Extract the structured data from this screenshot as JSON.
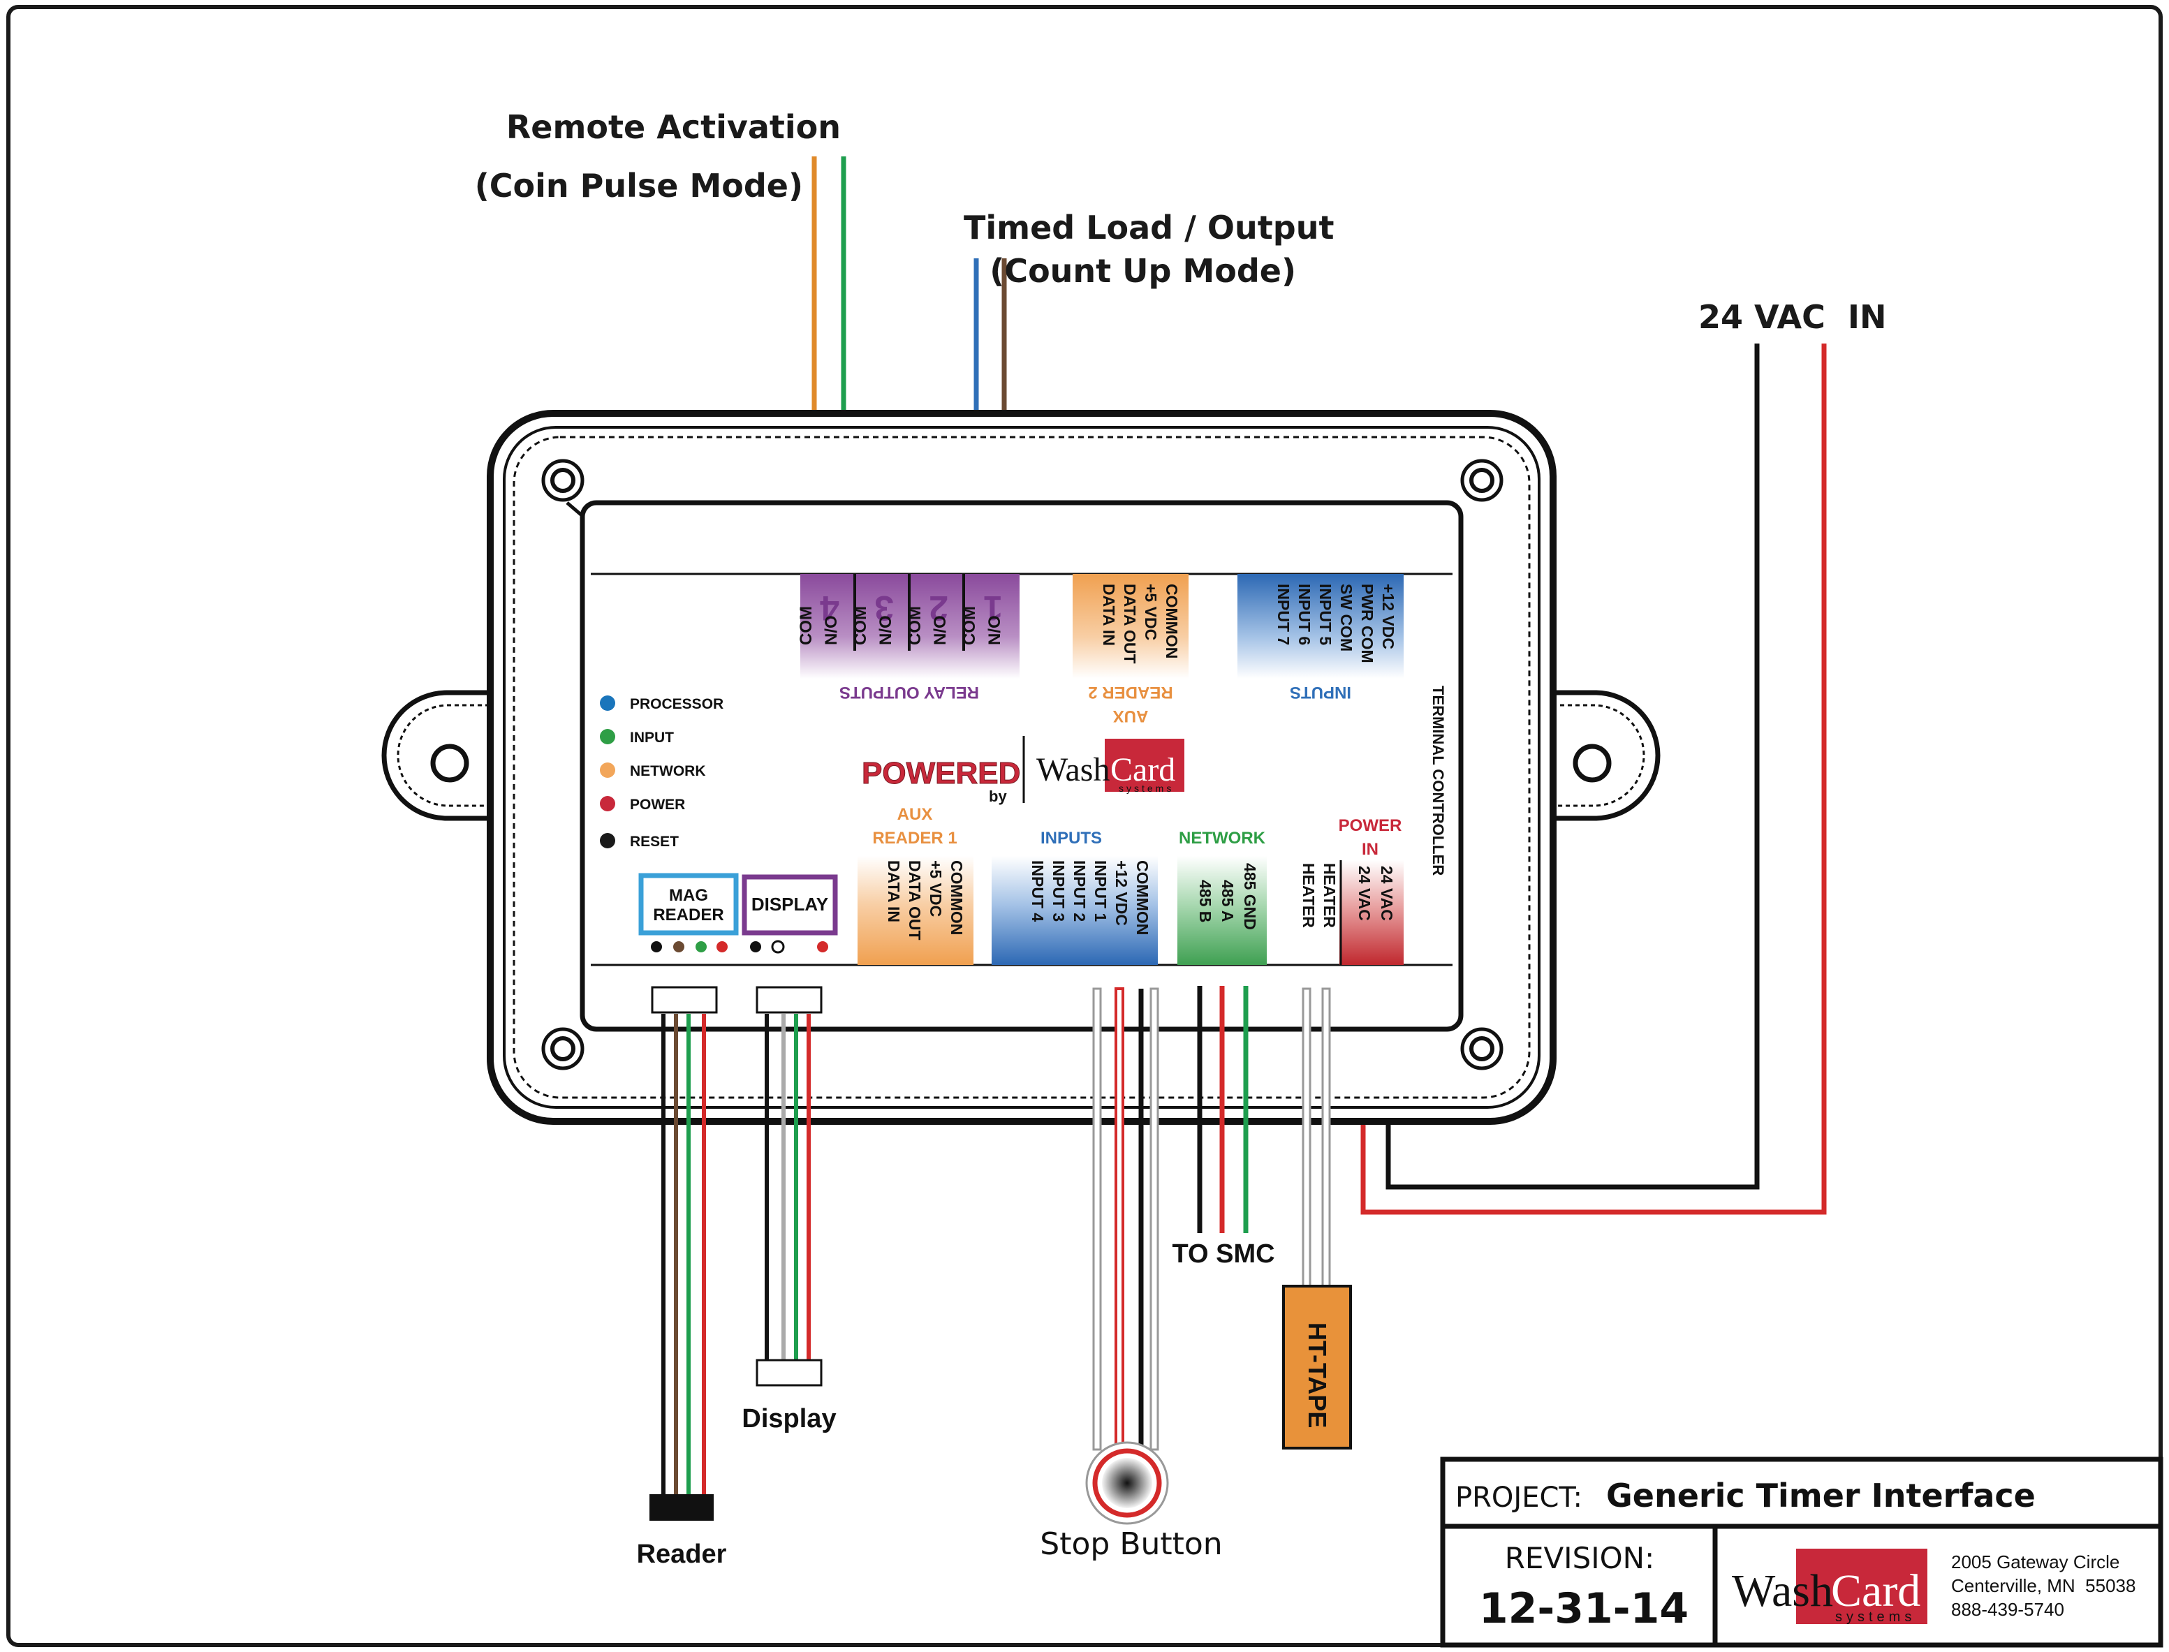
{
  "labels": {
    "remote_activation": "Remote Activation",
    "coin_pulse_mode": "(Coin Pulse Mode)",
    "timed_load": "Timed Load / Output",
    "count_up_mode": "(Count Up Mode)",
    "vac_in": "24 VAC  IN",
    "to_smc": "TO SMC",
    "ht_tape": "HT-TAPE",
    "display": "Display",
    "reader": "Reader",
    "stop_button": "Stop Button",
    "terminal_controller": "TERMINAL CONTROLLER"
  },
  "relay_outputs": {
    "title": "RELAY OUTPUTS",
    "relays": [
      {
        "number": "4",
        "com": "COM",
        "no": "N/O"
      },
      {
        "number": "3",
        "com": "COM",
        "no": "N/O"
      },
      {
        "number": "2",
        "com": "COM",
        "no": "N/O"
      },
      {
        "number": "1",
        "com": "COM",
        "no": "N/O"
      }
    ]
  },
  "aux_reader_2": {
    "title1": "AUX",
    "title2": "READER 2",
    "pins": [
      "COMMON",
      "+5 VDC",
      "DATA OUT",
      "DATA IN"
    ]
  },
  "inputs_top": {
    "title": "INPUTS",
    "pins": [
      "+12 VDC",
      "PWR COM",
      "SW COM",
      "INPUT 5",
      "INPUT 6",
      "INPUT 7"
    ]
  },
  "leds": [
    {
      "label": "PROCESSOR",
      "color": "#1a75bb"
    },
    {
      "label": "INPUT",
      "color": "#2e9e45"
    },
    {
      "label": "NETWORK",
      "color": "#f2a65a"
    },
    {
      "label": "POWER",
      "color": "#c8283a"
    },
    {
      "label": "RESET",
      "color": "#1a1a1a"
    }
  ],
  "powered_by": {
    "powered": "POWERED",
    "by": "by"
  },
  "washcard": {
    "wash": "Wash",
    "card": "Card",
    "systems": "systems"
  },
  "aux_reader_1": {
    "title1": "AUX",
    "title2": "READER 1",
    "pins": [
      "COMMON",
      "+5 VDC",
      "DATA OUT",
      "DATA IN"
    ]
  },
  "inputs_bottom": {
    "title": "INPUTS",
    "pins": [
      "COMMON",
      "+12 VDC",
      "INPUT 1",
      "INPUT 2",
      "INPUT 3",
      "INPUT 4"
    ]
  },
  "network": {
    "title": "NETWORK",
    "pins": [
      "485 GND",
      "485 A",
      "485 B"
    ]
  },
  "heater": {
    "pins": [
      "HEATER",
      "HEATER"
    ]
  },
  "power_in": {
    "title1": "POWER",
    "title2": "IN",
    "pins": [
      "24 VAC",
      "24 VAC"
    ]
  },
  "connectors": {
    "mag_reader1": "MAG",
    "mag_reader2": "READER",
    "display": "DISPLAY"
  },
  "title_block": {
    "project_label": "PROJECT:",
    "project_name": "Generic Timer Interface",
    "revision_label": "REVISION:",
    "revision_value": "12-31-14",
    "address1": "2005 Gateway Circle",
    "address2": "Centerville, MN  55038",
    "phone": "888-439-5740"
  },
  "colors": {
    "purple": "#9a5aa8",
    "orange": "#f0a25a",
    "blue": "#2f6fb8",
    "green": "#4aa65a",
    "red": "#c8283a",
    "brown": "#6b4a32",
    "wire_orange": "#e08a2a",
    "wire_green": "#1e9e4e",
    "wire_blue": "#2f6fb8",
    "wire_red": "#d42a2a",
    "ht_tape": "#e8923a"
  }
}
